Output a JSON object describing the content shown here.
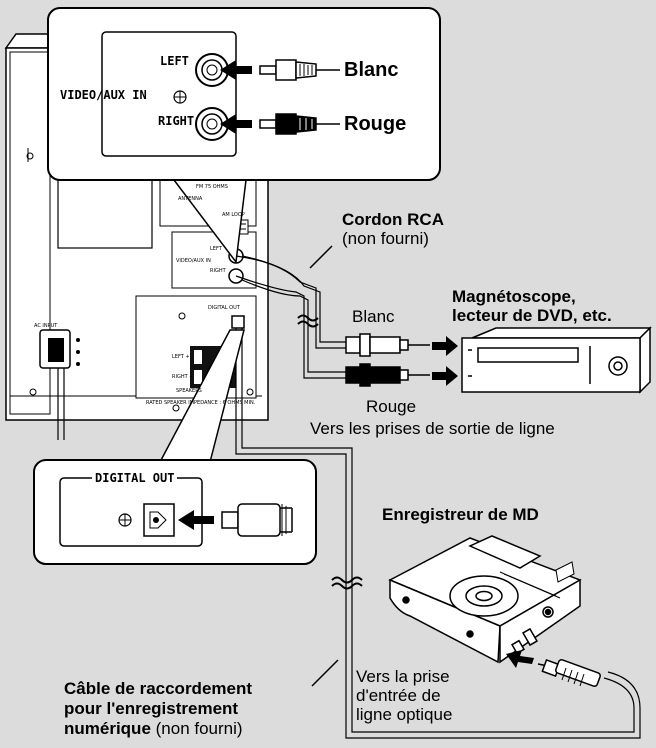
{
  "inset_top": {
    "left": "LEFT",
    "right": "RIGHT",
    "video_aux_in": "VIDEO/AUX IN",
    "blanc": "Blanc",
    "rouge": "Rouge"
  },
  "unit_panel": {
    "fm_antenna": "FM\n75 OHMS",
    "antenna": "ANTENNA",
    "am_loop": "AM\nLOOP",
    "left": "LEFT",
    "video_aux_in": "VIDEO/AUX IN",
    "right": "RIGHT",
    "digital_out": "DIGITAL OUT",
    "ac_input": "AC INPUT",
    "speaker_left": "LEFT +",
    "speaker_right": "RIGHT +",
    "speakers": "SPEAKERS",
    "rated_impedance": "RATED SPEAKER IMPEDANCE : 6 OHMS MIN."
  },
  "cordon": {
    "title": "Cordon RCA",
    "note": "(non fourni)"
  },
  "vcr": {
    "title_line1": "Magnétoscope,",
    "title_line2": "lecteur de DVD, etc."
  },
  "plugs": {
    "blanc": "Blanc",
    "rouge": "Rouge"
  },
  "line_out_caption": "Vers les prises de sortie de ligne",
  "inset_bottom": {
    "digital_out": "DIGITAL OUT"
  },
  "md": {
    "title": "Enregistreur de MD",
    "input_line1": "Vers la prise",
    "input_line2": "d'entrée de",
    "input_line3": "ligne optique"
  },
  "cable_caption": {
    "line1": "Câble de raccordement",
    "line2": "pour l'enregistrement",
    "line3_bold": "numérique",
    "line3_rest": " (non fourni)"
  }
}
